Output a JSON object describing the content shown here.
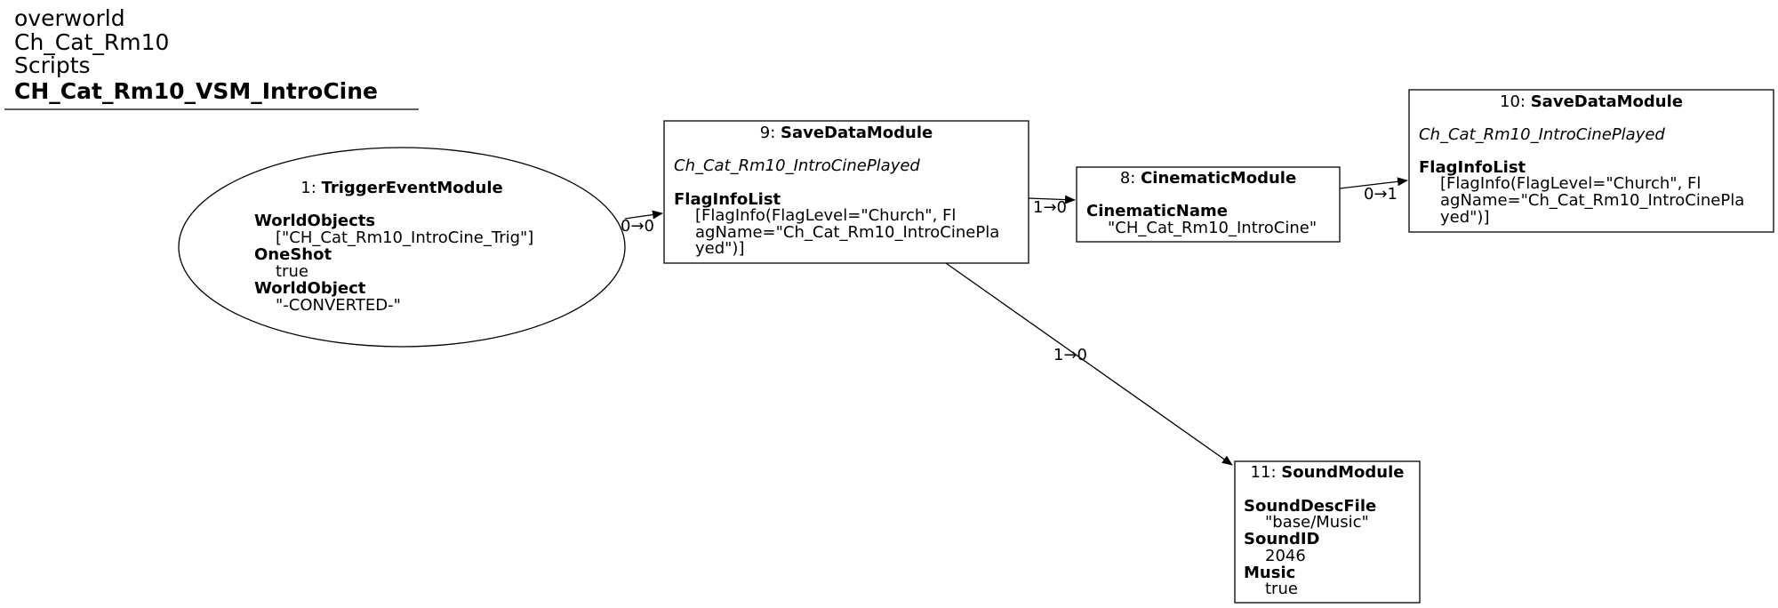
{
  "header": {
    "line1": "overworld",
    "line2": "Ch_Cat_Rm10",
    "line3": "Scripts",
    "title": "CH_Cat_Rm10_VSM_IntroCine"
  },
  "nodes": {
    "n1": {
      "id": "1: ",
      "type": "TriggerEventModule",
      "k1": "WorldObjects",
      "v1": "[\"CH_Cat_Rm10_IntroCine_Trig\"]",
      "k2": "OneShot",
      "v2": "true",
      "k3": "WorldObject",
      "v3": "\"-CONVERTED-\""
    },
    "n9": {
      "id": "9: ",
      "type": "SaveDataModule",
      "subtitle": "Ch_Cat_Rm10_IntroCinePlayed",
      "k1": "FlagInfoList",
      "v1a": "[FlagInfo(FlagLevel=\"Church\", Fl",
      "v1b": "agName=\"Ch_Cat_Rm10_IntroCinePla",
      "v1c": "yed\")]"
    },
    "n8": {
      "id": "8: ",
      "type": "CinematicModule",
      "k1": "CinematicName",
      "v1": "\"CH_Cat_Rm10_IntroCine\""
    },
    "n10": {
      "id": "10: ",
      "type": "SaveDataModule",
      "subtitle": "Ch_Cat_Rm10_IntroCinePlayed",
      "k1": "FlagInfoList",
      "v1a": "[FlagInfo(FlagLevel=\"Church\", Fl",
      "v1b": "agName=\"Ch_Cat_Rm10_IntroCinePla",
      "v1c": "yed\")]"
    },
    "n11": {
      "id": "11: ",
      "type": "SoundModule",
      "k1": "SoundDescFile",
      "v1": "\"base/Music\"",
      "k2": "SoundID",
      "v2": "2046",
      "k3": "Music",
      "v3": "true"
    }
  },
  "edges": {
    "e1_9": "0→0",
    "e9_8": "1→0",
    "e8_10": "0→1",
    "e9_11": "1→0"
  }
}
